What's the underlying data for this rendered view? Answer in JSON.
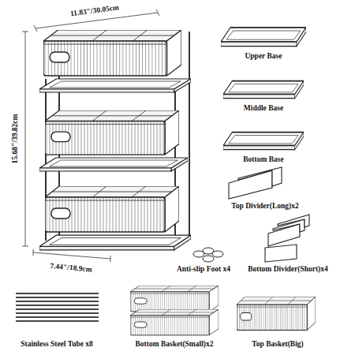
{
  "diagram": {
    "labels": [
      "11.83\"/30.05cm",
      "15.68\"/39.82cm",
      "7.44\"/18.9cm",
      "Upper Base",
      "Middle Base",
      "Bottom Base",
      "Top Divider(Long)x2",
      "Bottom Divider(Short)x4",
      "Anti-slip Foot x4",
      "Stainless Steel Tube x8",
      "Bottom Basket(Small)x2",
      "Top Basket(Big)"
    ]
  }
}
